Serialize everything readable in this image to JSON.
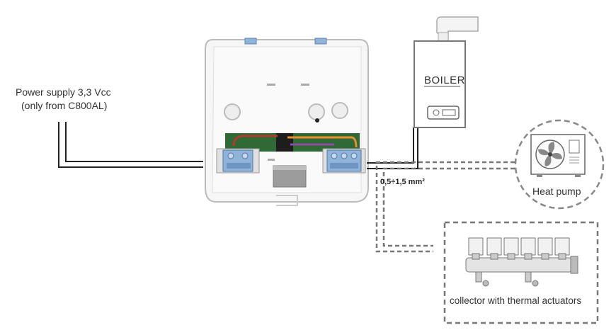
{
  "power_supply": {
    "line1": "Power supply 3,3 Vcc",
    "line2": "(only from C800AL)"
  },
  "boiler": {
    "label": "BOILER"
  },
  "wire_gauge": {
    "label": "0,5÷1,5 mm²"
  },
  "heat_pump": {
    "label": "Heat pump",
    "icon": "fan-icon"
  },
  "collector": {
    "label": "collector with thermal actuators"
  },
  "colors": {
    "wire_red": "#b03a2e",
    "wire_orange": "#e8902e",
    "wire_purple": "#8a4fa0",
    "terminal_blue": "#8fb3d9",
    "dash_gray": "#777777"
  }
}
